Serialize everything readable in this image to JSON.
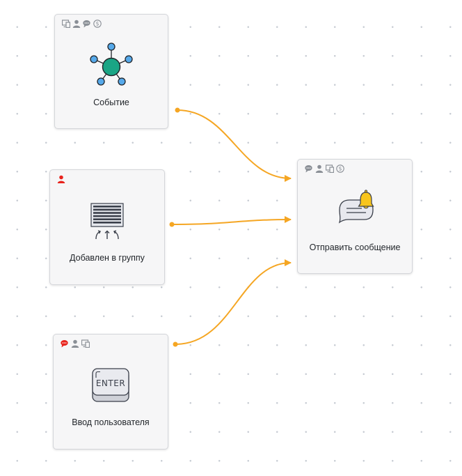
{
  "colors": {
    "edge": "#f5a623",
    "hub": "#1aa585",
    "satellite": "#56a9ea",
    "bell": "#f8c51c",
    "badge_gray": "#8a8f96",
    "badge_red": "#e8231c"
  },
  "nodes": [
    {
      "id": "event",
      "label": "Событие",
      "icon": "network-hub-icon",
      "badges": [
        "desktop-icon",
        "user-icon",
        "chat-icon",
        "coin-icon"
      ]
    },
    {
      "id": "added-to-group",
      "label": "Добавлен в группу",
      "icon": "group-add-icon",
      "badges": [
        "user-icon-red"
      ]
    },
    {
      "id": "user-input",
      "label": "Ввод пользователя",
      "icon": "enter-key-icon",
      "badges": [
        "chat-icon-red",
        "user-icon",
        "desktop-icon"
      ]
    },
    {
      "id": "send-message",
      "label": "Отправить сообщение",
      "icon": "message-bell-icon",
      "badges": [
        "chat-icon",
        "user-icon",
        "desktop-icon",
        "coin-icon"
      ]
    }
  ],
  "icon_text": {
    "enter": "ENTER"
  },
  "edges": [
    {
      "from": "event",
      "to": "send-message"
    },
    {
      "from": "added-to-group",
      "to": "send-message"
    },
    {
      "from": "user-input",
      "to": "send-message"
    }
  ]
}
